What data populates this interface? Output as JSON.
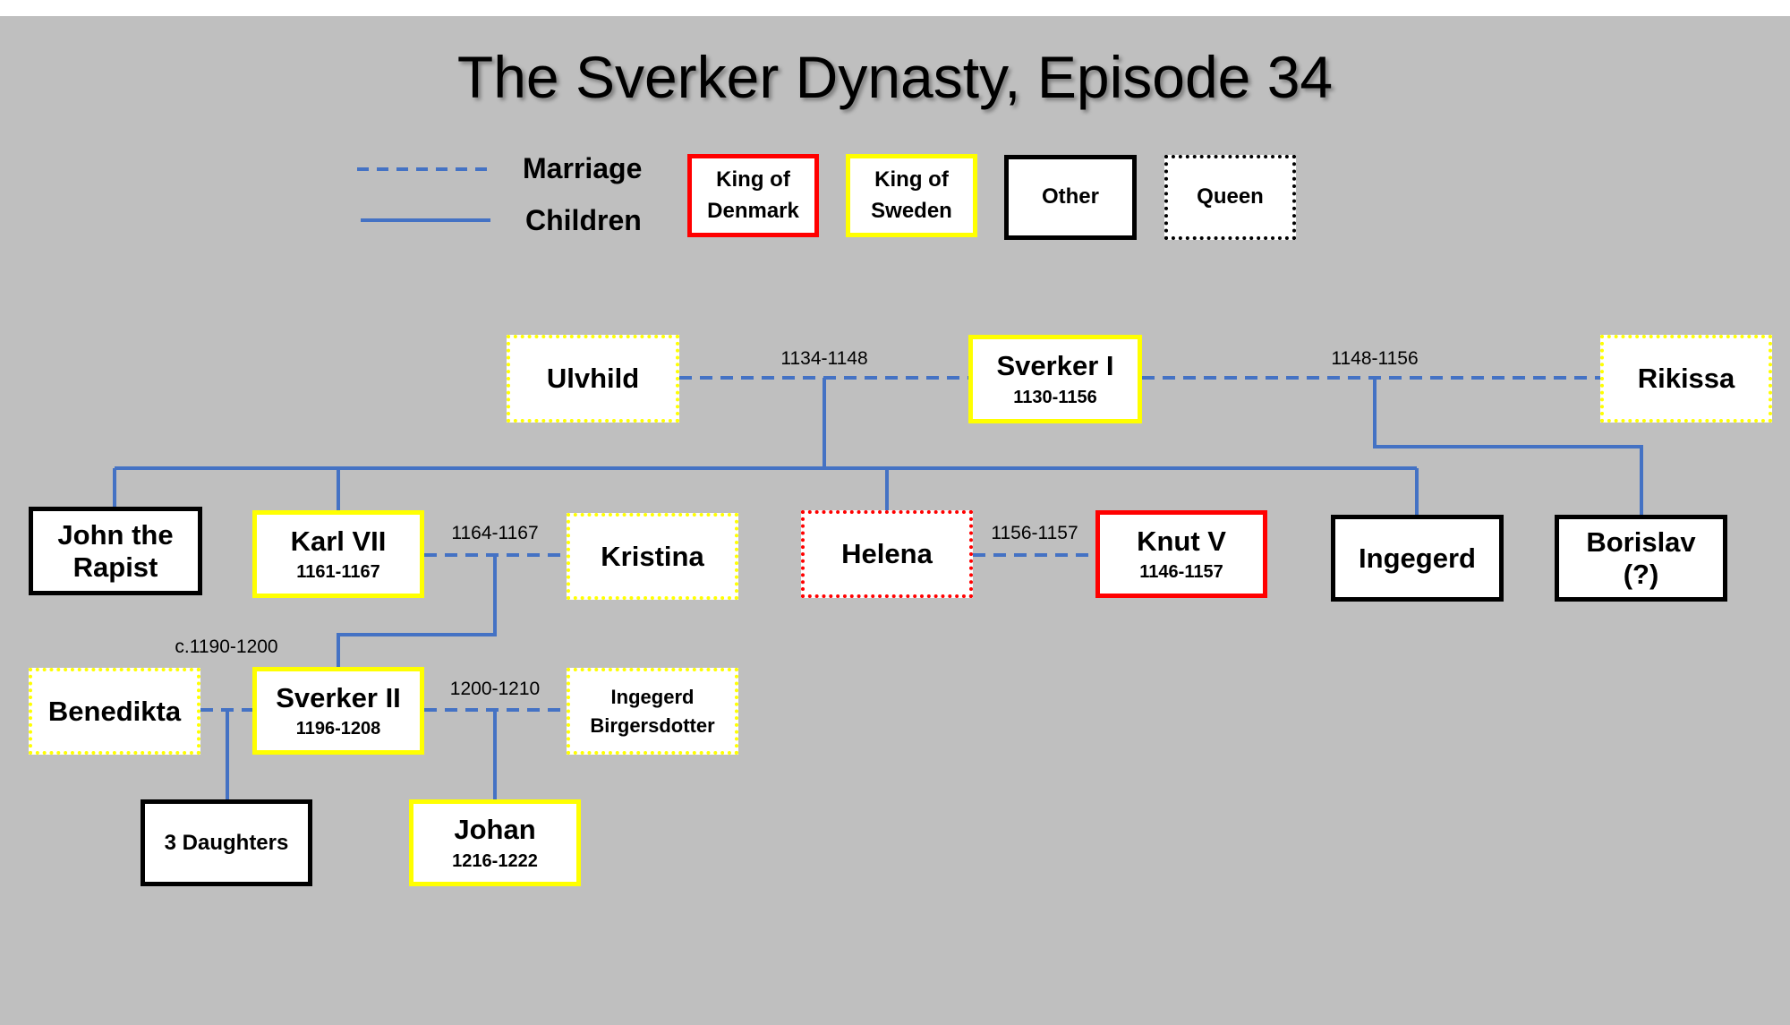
{
  "title": "The Sverker Dynasty, Episode 34",
  "colors": {
    "line": "#4472C4",
    "denmark": "#FF0000",
    "sweden": "#FFFF00",
    "other": "#000000",
    "background": "#BFBFBF"
  },
  "legend": {
    "marriage": "Marriage",
    "children": "Children",
    "king_denmark": "King of Denmark",
    "king_sweden": "King of Sweden",
    "other": "Other",
    "queen": "Queen"
  },
  "people": {
    "ulvhild": {
      "name": "Ulvhild"
    },
    "sverker1": {
      "name": "Sverker I",
      "years": "1130-1156"
    },
    "rikissa": {
      "name": "Rikissa"
    },
    "john": {
      "name": "John the Rapist"
    },
    "karl7": {
      "name": "Karl VII",
      "years": "1161-1167"
    },
    "kristina": {
      "name": "Kristina"
    },
    "helena": {
      "name": "Helena"
    },
    "knut5": {
      "name": "Knut V",
      "years": "1146-1157"
    },
    "ingegerd": {
      "name": "Ingegerd"
    },
    "borislav": {
      "name": "Borislav (?)"
    },
    "benedikta": {
      "name": "Benedikta"
    },
    "sverker2": {
      "name": "Sverker II",
      "years": "1196-1208"
    },
    "ingegerd_b": {
      "name": "Ingegerd Birgersdotter"
    },
    "daughters": {
      "name": "3 Daughters"
    },
    "johan": {
      "name": "Johan",
      "years": "1216-1222"
    }
  },
  "marriages": {
    "ulvhild_sverker1": "1134-1148",
    "sverker1_rikissa": "1148-1156",
    "karl7_kristina": "1164-1167",
    "helena_knut5": "1156-1157",
    "benedikta_sverker2": "c.1190-1200",
    "sverker2_ingegerd_b": "1200-1210"
  }
}
